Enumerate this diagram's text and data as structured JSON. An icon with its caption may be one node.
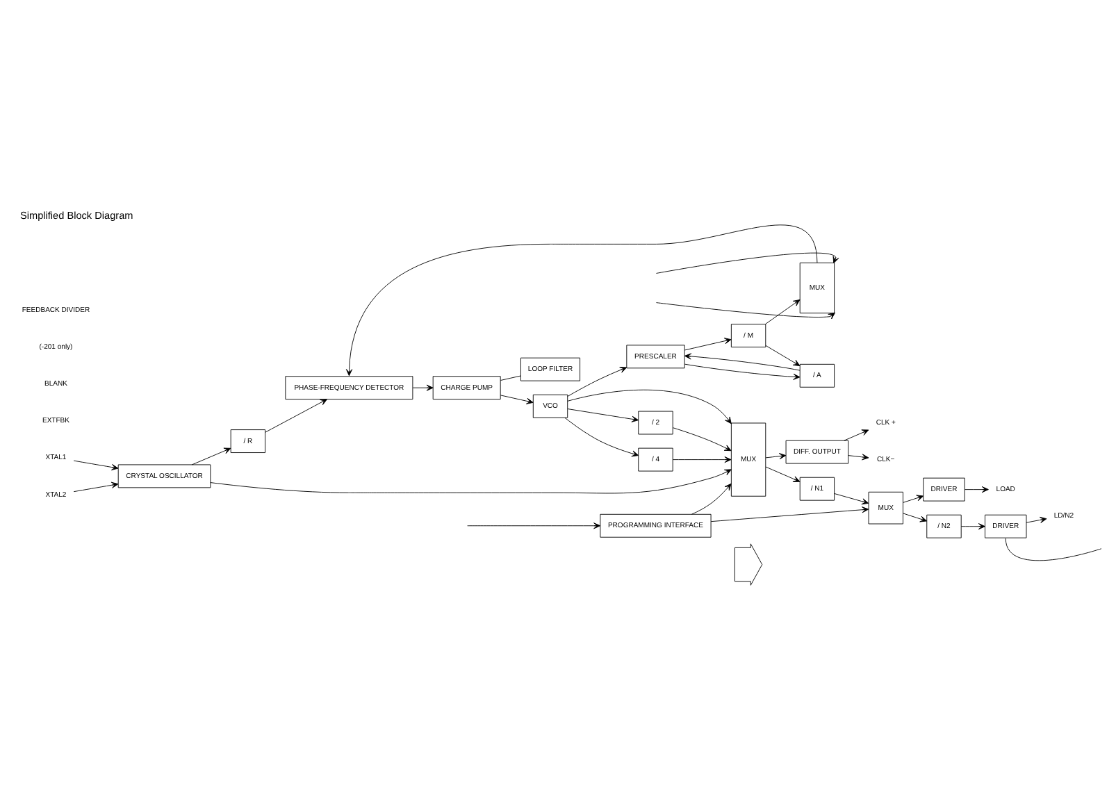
{
  "diagram": {
    "title": "Simplified Block Diagram",
    "nodes": [
      {
        "text": [
          "XTAL1"
        ]
      },
      {
        "text": [
          "XTAL2"
        ]
      },
      {
        "text": [
          "CRYSTAL OSCILLATOR"
        ]
      },
      {
        "text": [
          "/ R"
        ]
      },
      {
        "text": [
          "PHASE-FREQUENCY DETECTOR"
        ]
      },
      {
        "text": [
          "CHARGE PUMP"
        ]
      },
      {
        "text": [
          "LOOP FILTER"
        ]
      },
      {
        "text": [
          "VCO"
        ]
      },
      {
        "text": [
          "MUX"
        ]
      },
      {
        "text": [
          "PRESCALER"
        ]
      },
      {
        "text": [
          "/ M"
        ]
      },
      {
        "text": [
          "/ A"
        ]
      },
      {
        "text": [
          "PROGRAMMING INTERFACE"
        ]
      },
      {
        "text": [],
        "shape": "arrow"
      },
      {
        "text": [
          "MUX"
        ]
      },
      {
        "text": [
          "/ 2"
        ]
      },
      {
        "text": [
          "/ 4"
        ]
      },
      {
        "text": [
          "DIFF. OUTPUT"
        ]
      },
      {
        "text": [
          "CLK +"
        ]
      },
      {
        "text": [
          "CLK−"
        ]
      },
      {
        "text": [
          "/ N1"
        ]
      },
      {
        "text": [
          "MUX"
        ]
      },
      {
        "text": [
          "DRIVER"
        ]
      },
      {
        "text": [
          "LOAD"
        ]
      },
      {
        "text": [
          "/ N2"
        ]
      },
      {
        "text": [
          "DRIVER"
        ]
      },
      {
        "text": [
          "LD/N2"
        ]
      }
    ],
    "edges": [
      {
        "from": 0,
        "to": 2,
        "arrow": "to"
      },
      {
        "from": 1,
        "to": 2,
        "arrow": "to"
      },
      {
        "from": 2,
        "to": 3,
        "arrow": "to"
      },
      {
        "from": 3,
        "to": 4,
        "arrow": "to"
      },
      {
        "from": 4,
        "to": 5,
        "arrow": "to"
      },
      {
        "from": 5,
        "to": 7,
        "arrow": "to"
      },
      {
        "from": 5,
        "to": 6,
        "arrow": "none"
      },
      {
        "from": 8,
        "to": 4,
        "arrow": "to"
      },
      {
        "from": 7,
        "to": 9,
        "arrow": "to"
      },
      {
        "from": 9,
        "to": 10,
        "arrow": "to"
      },
      {
        "from": 9,
        "to": 11,
        "arrow": "to"
      },
      {
        "from": 11,
        "to": 9,
        "arrow": "to"
      },
      {
        "from": 10,
        "to": 8,
        "arrow": "to"
      },
      {
        "from": 10,
        "to": 11,
        "arrow": "to"
      },
      {
        "from": null,
        "to": 8,
        "arrow": "to"
      },
      {
        "from": null,
        "to": 8,
        "arrow": "to"
      },
      {
        "from": null,
        "to": 12,
        "arrow": "to"
      },
      {
        "from": 7,
        "to": 14,
        "arrow": "to"
      },
      {
        "from": 7,
        "to": 15,
        "arrow": "to"
      },
      {
        "from": 7,
        "to": 16,
        "arrow": "to"
      },
      {
        "from": 15,
        "to": 14,
        "arrow": "to"
      },
      {
        "from": 16,
        "to": 14,
        "arrow": "to"
      },
      {
        "from": 2,
        "to": 14,
        "arrow": "to"
      },
      {
        "from": 12,
        "to": 14,
        "arrow": "to"
      },
      {
        "from": 12,
        "to": 21,
        "arrow": "to"
      },
      {
        "from": 14,
        "to": 17,
        "arrow": "to"
      },
      {
        "from": 14,
        "to": 20,
        "arrow": "to"
      },
      {
        "from": 17,
        "to": 18,
        "arrow": "to"
      },
      {
        "from": 17,
        "to": 19,
        "arrow": "to"
      },
      {
        "from": 20,
        "to": 21,
        "arrow": "to"
      },
      {
        "from": 21,
        "to": 22,
        "arrow": "to"
      },
      {
        "from": 21,
        "to": 24,
        "arrow": "to"
      },
      {
        "from": 22,
        "to": 23,
        "arrow": "to"
      },
      {
        "from": 24,
        "to": 25,
        "arrow": "to"
      },
      {
        "from": 25,
        "to": 26,
        "arrow": "to"
      },
      {
        "from": 25,
        "to": null,
        "arrow": "none"
      }
    ],
    "labels": [
      "EXTFBK",
      "BLANK",
      "(-201 only)",
      "FEEDBACK DIVIDER"
    ]
  }
}
